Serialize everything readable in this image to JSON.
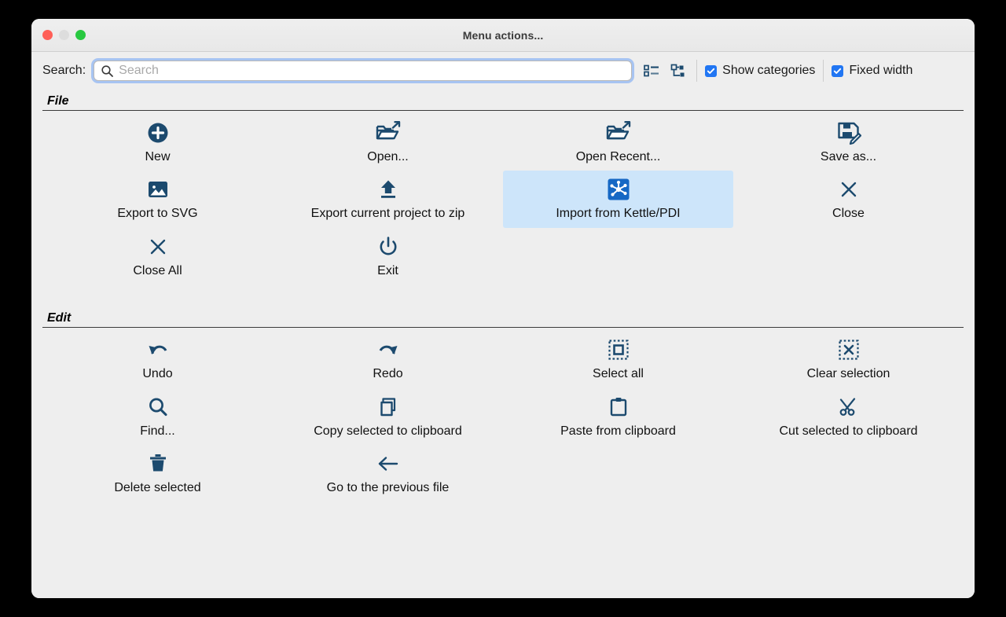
{
  "window": {
    "title": "Menu actions...",
    "traffic_lights": [
      "close",
      "minimize",
      "zoom"
    ]
  },
  "toolbar": {
    "search_label": "Search:",
    "search_value": "",
    "search_placeholder": "Search",
    "search_icon": "search-icon",
    "view_buttons": [
      {
        "name": "list-view-icon",
        "tooltip": "List view"
      },
      {
        "name": "tree-view-icon",
        "tooltip": "Tree view"
      }
    ],
    "checkboxes": [
      {
        "label": "Show categories",
        "checked": true
      },
      {
        "label": "Fixed width",
        "checked": true
      }
    ]
  },
  "colors": {
    "accent": "#2176f3",
    "icon_navy": "#1c4a6e",
    "selected_bg": "#cde5fa",
    "window_bg": "#eeeeee",
    "titlebar_bg": "#e8e8e8"
  },
  "sections": [
    {
      "title": "File",
      "items": [
        {
          "label": "New",
          "icon": "plus-circle-icon",
          "selected": false
        },
        {
          "label": "Open...",
          "icon": "folder-open-arrow-icon",
          "selected": false
        },
        {
          "label": "Open Recent...",
          "icon": "folder-open-arrow-icon",
          "selected": false
        },
        {
          "label": "Save as...",
          "icon": "floppy-pencil-icon",
          "selected": false
        },
        {
          "label": "Export to SVG",
          "icon": "image-icon",
          "selected": false
        },
        {
          "label": "Export current project to zip",
          "icon": "upload-icon",
          "selected": false
        },
        {
          "label": "Import from Kettle/PDI",
          "icon": "kettle-node-graph-icon",
          "selected": true
        },
        {
          "label": "Close",
          "icon": "close-x-icon",
          "selected": false
        },
        {
          "label": "Close All",
          "icon": "close-x-icon",
          "selected": false
        },
        {
          "label": "Exit",
          "icon": "power-icon",
          "selected": false
        }
      ]
    },
    {
      "title": "Edit",
      "items": [
        {
          "label": "Undo",
          "icon": "undo-arrow-icon",
          "selected": false
        },
        {
          "label": "Redo",
          "icon": "redo-arrow-icon",
          "selected": false
        },
        {
          "label": "Select all",
          "icon": "select-all-icon",
          "selected": false
        },
        {
          "label": "Clear selection",
          "icon": "clear-selection-icon",
          "selected": false
        },
        {
          "label": "Find...",
          "icon": "magnifier-icon",
          "selected": false
        },
        {
          "label": "Copy selected to clipboard",
          "icon": "copy-icon",
          "selected": false
        },
        {
          "label": "Paste from clipboard",
          "icon": "clipboard-icon",
          "selected": false
        },
        {
          "label": "Cut selected to clipboard",
          "icon": "scissors-icon",
          "selected": false
        },
        {
          "label": "Delete selected",
          "icon": "trash-icon",
          "selected": false
        },
        {
          "label": "Go to the previous file",
          "icon": "arrow-left-icon",
          "selected": false
        }
      ]
    }
  ]
}
